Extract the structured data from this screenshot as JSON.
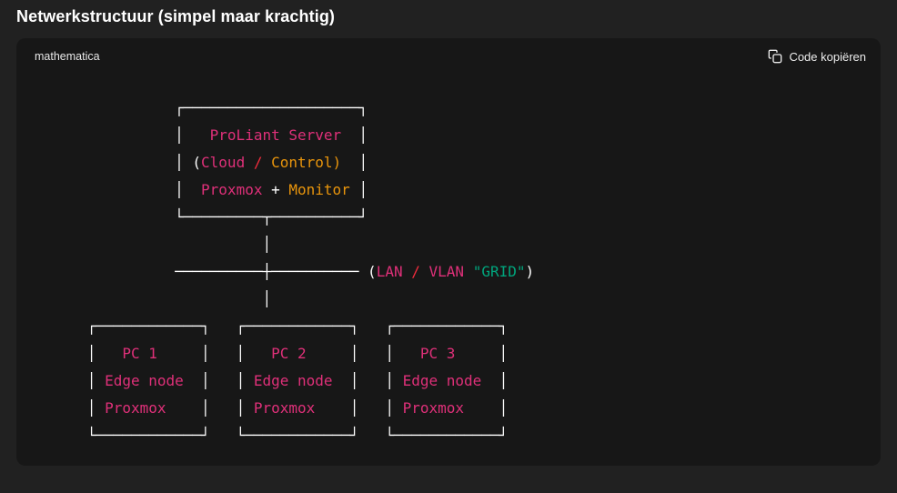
{
  "page": {
    "title": "Netwerkstructuur (simpel maar krachtig)"
  },
  "code_block": {
    "language_label": "mathematica",
    "copy_button_label": "Code kopiëren",
    "copy_icon": "copy-icon",
    "colors": {
      "w": "#ffffff",
      "p": "#df3079",
      "r": "#f22c3d",
      "o": "#e9950c",
      "g": "#00a67d"
    },
    "lines": [
      [
        {
          "t": "                ┌────────────────────┐",
          "c": "w"
        }
      ],
      [
        {
          "t": "                │   ",
          "c": "w"
        },
        {
          "t": "ProLiant Server",
          "c": "p"
        },
        {
          "t": "  │",
          "c": "w"
        }
      ],
      [
        {
          "t": "                │ (",
          "c": "w"
        },
        {
          "t": "Cloud",
          "c": "p"
        },
        {
          "t": " ",
          "c": "w"
        },
        {
          "t": "/",
          "c": "r"
        },
        {
          "t": " ",
          "c": "w"
        },
        {
          "t": "Control)",
          "c": "o"
        },
        {
          "t": "  │",
          "c": "w"
        }
      ],
      [
        {
          "t": "                │  ",
          "c": "w"
        },
        {
          "t": "Proxmox",
          "c": "p"
        },
        {
          "t": " + ",
          "c": "w"
        },
        {
          "t": "Monitor",
          "c": "o"
        },
        {
          "t": " │",
          "c": "w"
        }
      ],
      [
        {
          "t": "                └─────────┬──────────┘",
          "c": "w"
        }
      ],
      [
        {
          "t": "                          │",
          "c": "w"
        }
      ],
      [
        {
          "t": "                ──────────┼────────── (",
          "c": "w"
        },
        {
          "t": "LAN",
          "c": "p"
        },
        {
          "t": " ",
          "c": "w"
        },
        {
          "t": "/",
          "c": "r"
        },
        {
          "t": " ",
          "c": "w"
        },
        {
          "t": "VLAN",
          "c": "p"
        },
        {
          "t": " ",
          "c": "w"
        },
        {
          "t": "\"GRID\"",
          "c": "g"
        },
        {
          "t": ")",
          "c": "w"
        }
      ],
      [
        {
          "t": "                          │",
          "c": "w"
        }
      ],
      [
        {
          "t": "      ┌────────────┐   ┌────────────┐   ┌────────────┐",
          "c": "w"
        }
      ],
      [
        {
          "t": "      │   ",
          "c": "w"
        },
        {
          "t": "PC 1",
          "c": "p"
        },
        {
          "t": "     │   │   ",
          "c": "w"
        },
        {
          "t": "PC 2",
          "c": "p"
        },
        {
          "t": "     │   │   ",
          "c": "w"
        },
        {
          "t": "PC 3",
          "c": "p"
        },
        {
          "t": "     │",
          "c": "w"
        }
      ],
      [
        {
          "t": "      │ ",
          "c": "w"
        },
        {
          "t": "Edge node",
          "c": "p"
        },
        {
          "t": "  │   │ ",
          "c": "w"
        },
        {
          "t": "Edge node",
          "c": "p"
        },
        {
          "t": "  │   │ ",
          "c": "w"
        },
        {
          "t": "Edge node",
          "c": "p"
        },
        {
          "t": "  │",
          "c": "w"
        }
      ],
      [
        {
          "t": "      │ ",
          "c": "w"
        },
        {
          "t": "Proxmox",
          "c": "p"
        },
        {
          "t": "    │   │ ",
          "c": "w"
        },
        {
          "t": "Proxmox",
          "c": "p"
        },
        {
          "t": "    │   │ ",
          "c": "w"
        },
        {
          "t": "Proxmox",
          "c": "p"
        },
        {
          "t": "    │",
          "c": "w"
        }
      ],
      [
        {
          "t": "      └────────────┘   └────────────┘   └────────────┘",
          "c": "w"
        }
      ]
    ]
  }
}
